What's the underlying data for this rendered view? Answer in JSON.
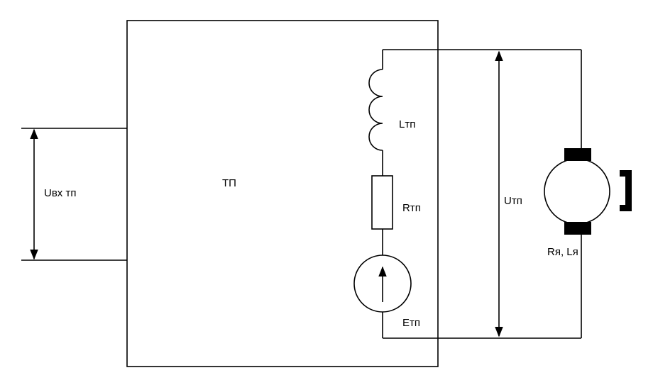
{
  "diagram": {
    "labels": {
      "input_voltage": "Uвх тп",
      "converter": "ТП",
      "inductance": "Lтп",
      "resistance": "Rтп",
      "emf": "Eтп",
      "output_voltage": "Uтп",
      "motor": "Rя, Lя"
    }
  },
  "colors": {
    "stroke": "#000000",
    "background": "#ffffff"
  }
}
